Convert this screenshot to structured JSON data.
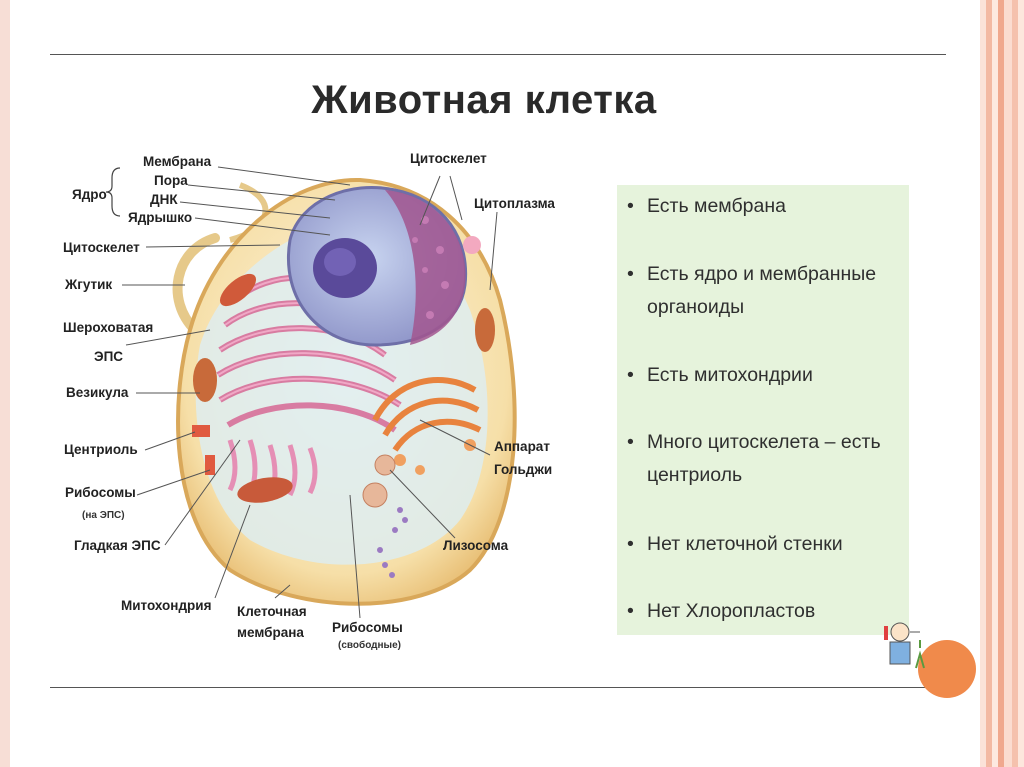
{
  "slide": {
    "title": "Животная клетка"
  },
  "diagram": {
    "labels": {
      "membrana": "Мембрана",
      "yadro": "Ядро",
      "pora": "Пора",
      "dnk": "ДНК",
      "yadryshko": "Ядрышко",
      "tsitoskelet_left": "Цитоскелет",
      "zhgutik": "Жгутик",
      "sheroh_1": "Шероховатая",
      "sheroh_2": "ЭПС",
      "vezikula": "Везикула",
      "tsentriol": "Центриоль",
      "ribosomy_eps": "Рибосомы",
      "ribosomy_eps_note": "(на ЭПС)",
      "gladkaya_eps": "Гладкая ЭПС",
      "mitohondriya": "Митохондрия",
      "kletochnaya_1": "Клеточная",
      "kletochnaya_2": "мембрана",
      "ribosomy_svob": "Рибосомы",
      "ribosomy_svob_note": "(свободные)",
      "lizosoma": "Лизосома",
      "apparat_1": "Аппарат",
      "apparat_2": "Гольджи",
      "tsitoplazma": "Цитоплазма",
      "tsitoskelet_top": "Цитоскелет"
    }
  },
  "features": {
    "items": [
      "Есть мембрана",
      "Есть ядро и мембранные органоиды",
      "Есть митохондрии",
      "Много цитоскелета – есть центриоль",
      "Нет клеточной стенки",
      "Нет Хлоропластов"
    ],
    "bullet": "•"
  },
  "colors": {
    "panel_bg": "#e6f3dc",
    "accent_orange": "#f08a4b",
    "stripe_peach": "#f3b9a3"
  }
}
